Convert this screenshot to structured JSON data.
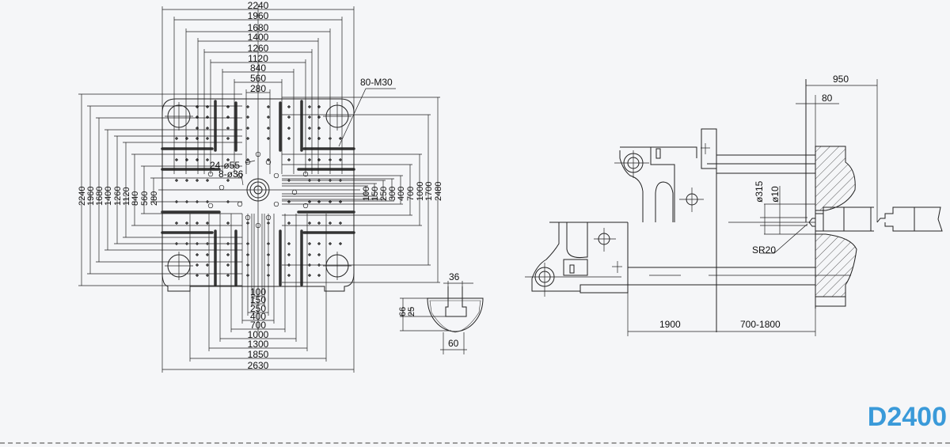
{
  "model": "D2400",
  "accent_color": "#3a9ad9",
  "platen_view": {
    "top_dims": [
      "2240",
      "1960",
      "1680",
      "1400",
      "1260",
      "1120",
      "840",
      "560",
      "280"
    ],
    "left_dims": [
      "2240",
      "1960",
      "1680",
      "1400",
      "1260",
      "1120",
      "840",
      "560",
      "280"
    ],
    "right_dims": [
      "100",
      "150",
      "250",
      "300",
      "400",
      "700",
      "1000",
      "1700",
      "2480"
    ],
    "bottom_dims": [
      "100",
      "150",
      "250",
      "400",
      "700",
      "1000",
      "1300",
      "1850",
      "2630"
    ],
    "callouts": {
      "tapped_holes": "80-M30",
      "holes_large": "24-ø55",
      "holes_small": "8-ø36"
    }
  },
  "slot_detail": {
    "top": "36",
    "height_total": "66",
    "height_slot": "25",
    "bottom": "60"
  },
  "side_view": {
    "nozzle_travel": "950",
    "nozzle_protrusion": "80",
    "locating_ring": "ø315",
    "nozzle_hole": "ø10",
    "nozzle_radius": "SR20",
    "stroke": "1900",
    "mould_height": "700-1800"
  }
}
